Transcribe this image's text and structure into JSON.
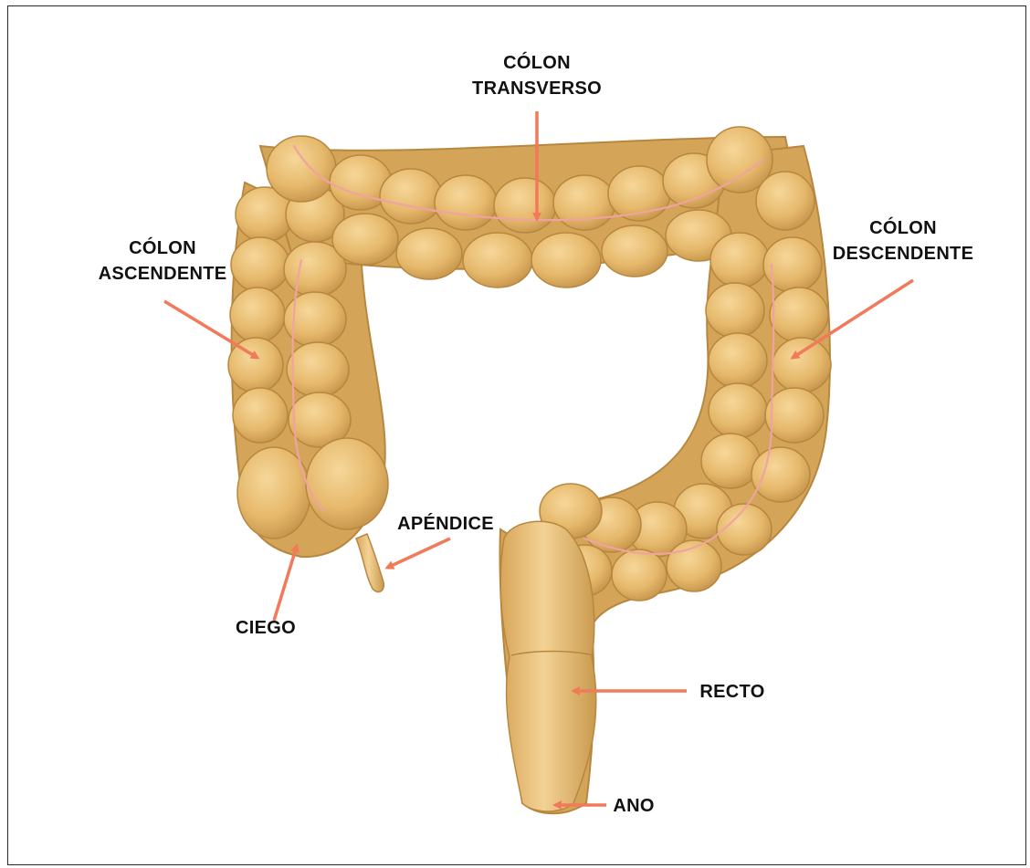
{
  "diagram": {
    "labels": {
      "colon_transverso": [
        "CÓLON",
        "TRANSVERSO"
      ],
      "colon_ascendente": [
        "CÓLON",
        "ASCENDENTE"
      ],
      "colon_descendente": [
        "CÓLON",
        "DESCENDENTE"
      ],
      "apendice": "APÉNDICE",
      "ciego": "CIEGO",
      "recto": "RECTO",
      "ano": "ANO"
    },
    "colors": {
      "arrow": "#f07a5a",
      "tissue": "#e8bd72",
      "tissue_shadow": "#c99a4e",
      "vessel": "#f0a3a0",
      "border": "#2a2a2a"
    }
  }
}
